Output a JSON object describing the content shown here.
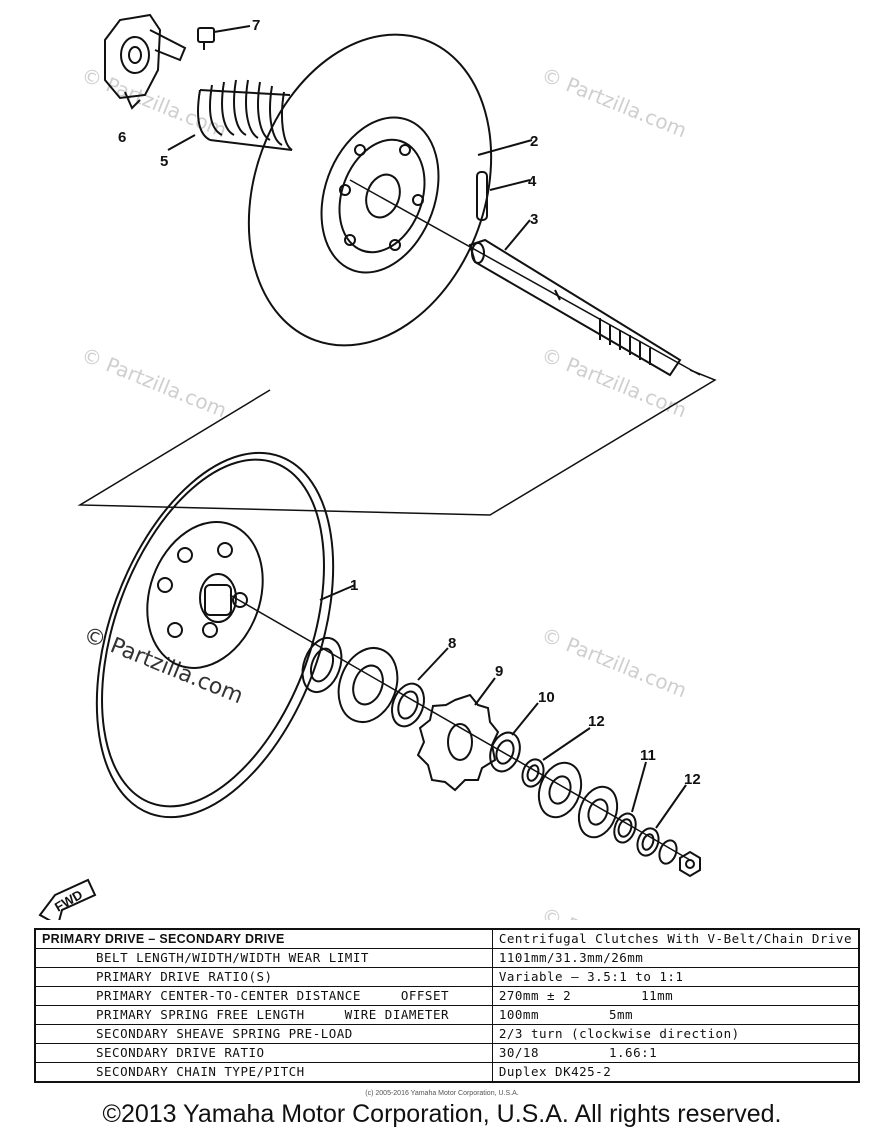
{
  "callouts": {
    "c1": "1",
    "c2": "2",
    "c3": "3",
    "c4": "4",
    "c5": "5",
    "c6": "6",
    "c7": "7",
    "c8": "8",
    "c9": "9",
    "c10": "10",
    "c11": "11",
    "c12a": "12",
    "c12b": "12"
  },
  "watermark": "© Partzilla.com",
  "fwd_label": "FWD",
  "spec_table": {
    "header_label": "PRIMARY DRIVE – SECONDARY DRIVE",
    "header_value": "Centrifugal Clutches With V-Belt/Chain Drive",
    "rows": [
      {
        "label": "BELT LENGTH/WIDTH/WIDTH WEAR LIMIT",
        "sub": "",
        "value": "1101mm/31.3mm/26mm",
        "value2": ""
      },
      {
        "label": "PRIMARY DRIVE RATIO(S)",
        "sub": "",
        "value": "Variable – 3.5:1 to 1:1",
        "value2": ""
      },
      {
        "label": "PRIMARY CENTER-TO-CENTER DISTANCE",
        "sub": "OFFSET",
        "value": "270mm ± 2",
        "value2": "11mm"
      },
      {
        "label": "PRIMARY SPRING FREE LENGTH",
        "sub": "WIRE DIAMETER",
        "value": "100mm",
        "value2": "5mm"
      },
      {
        "label": "SECONDARY SHEAVE SPRING PRE-LOAD",
        "sub": "",
        "value": "2/3 turn (clockwise direction)",
        "value2": ""
      },
      {
        "label": "SECONDARY DRIVE RATIO",
        "sub": "",
        "value": "30/18",
        "value2": "1.66:1"
      },
      {
        "label": "SECONDARY CHAIN TYPE/PITCH",
        "sub": "",
        "value": "Duplex DK425-2",
        "value2": ""
      }
    ]
  },
  "mini_credit": "(c) 2005-2016 Yamaha Motor Corporation, U.S.A.",
  "copyright": "©2013 Yamaha Motor Corporation, U.S.A. All rights reserved."
}
